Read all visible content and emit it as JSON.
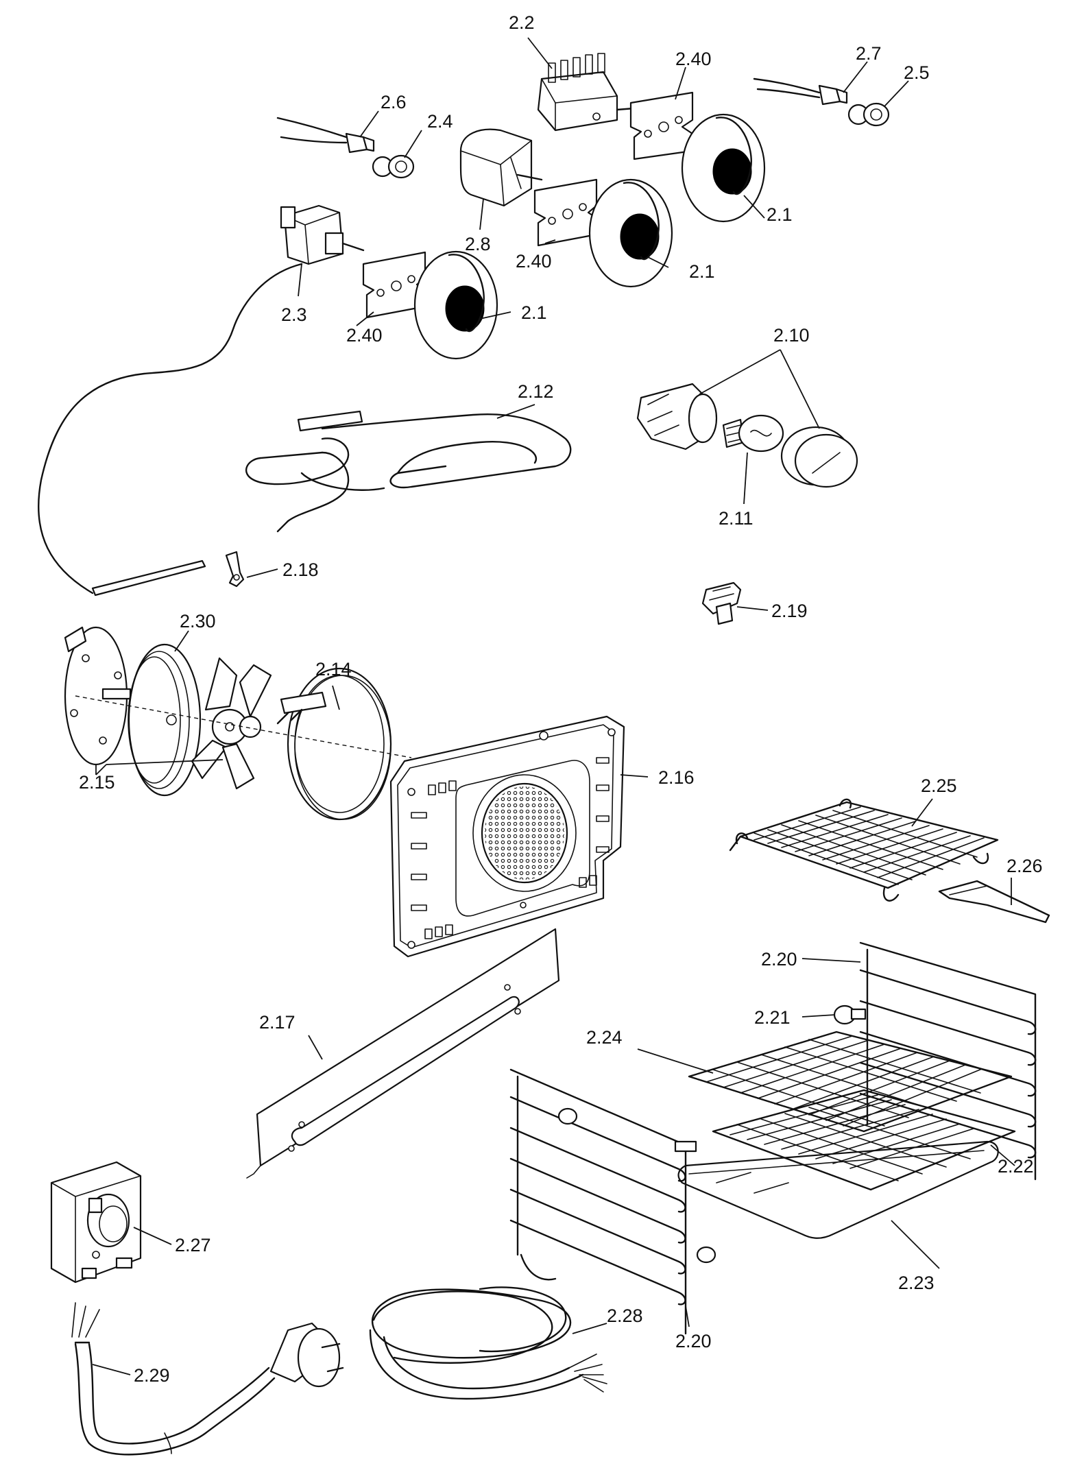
{
  "labels": {
    "p2_2": "2.2",
    "p2_40_a": "2.40",
    "p2_7": "2.7",
    "p2_5": "2.5",
    "p2_6": "2.6",
    "p2_4": "2.4",
    "p2_1_a": "2.1",
    "p2_8": "2.8",
    "p2_40_b": "2.40",
    "p2_1_b": "2.1",
    "p2_3": "2.3",
    "p2_40_c": "2.40",
    "p2_1_c": "2.1",
    "p2_10": "2.10",
    "p2_12": "2.12",
    "p2_11": "2.11",
    "p2_18": "2.18",
    "p2_19": "2.19",
    "p2_30": "2.30",
    "p2_14": "2.14",
    "p2_16": "2.16",
    "p2_15": "2.15",
    "p2_25": "2.25",
    "p2_26": "2.26",
    "p2_20_a": "2.20",
    "p2_21": "2.21",
    "p2_17": "2.17",
    "p2_24": "2.24",
    "p2_22": "2.22",
    "p2_27": "2.27",
    "p2_23": "2.23",
    "p2_28": "2.28",
    "p2_20_b": "2.20",
    "p2_29": "2.29"
  }
}
